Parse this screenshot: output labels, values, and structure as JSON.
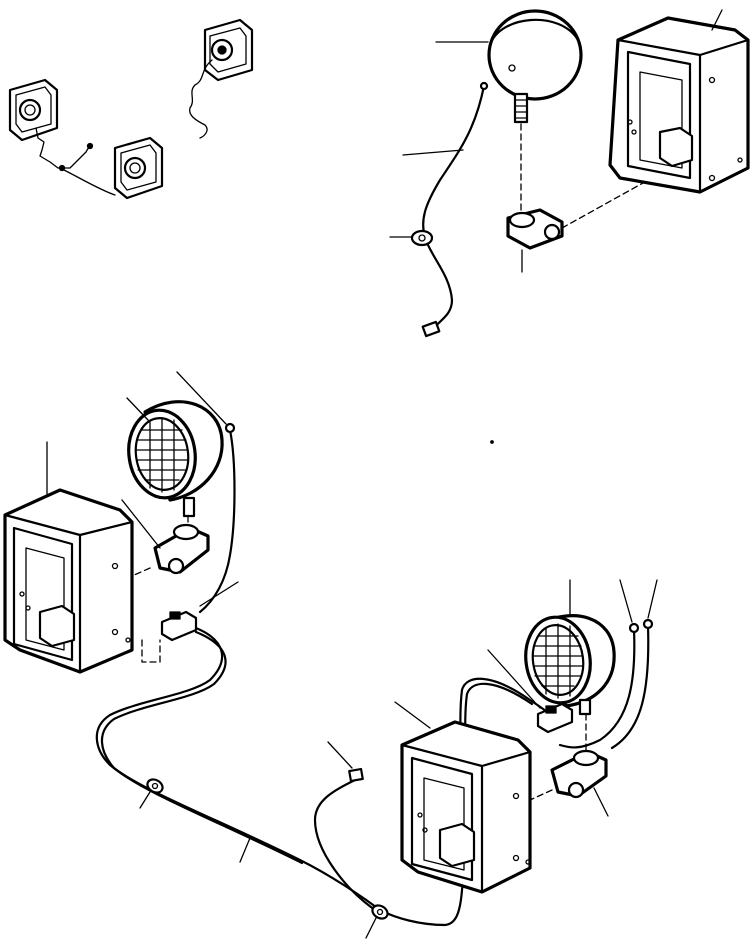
{
  "figure": {
    "caption": ""
  },
  "colors": {
    "ink": "#000000",
    "paper": "#ffffff"
  },
  "groups": [
    {
      "name": "cab-lamp-arrangement-overview"
    },
    {
      "name": "mounting-arrangement-detail"
    },
    {
      "name": "work-lamp-left-assembly"
    },
    {
      "name": "work-lamp-right-assembly"
    },
    {
      "name": "wiring-harness"
    }
  ]
}
